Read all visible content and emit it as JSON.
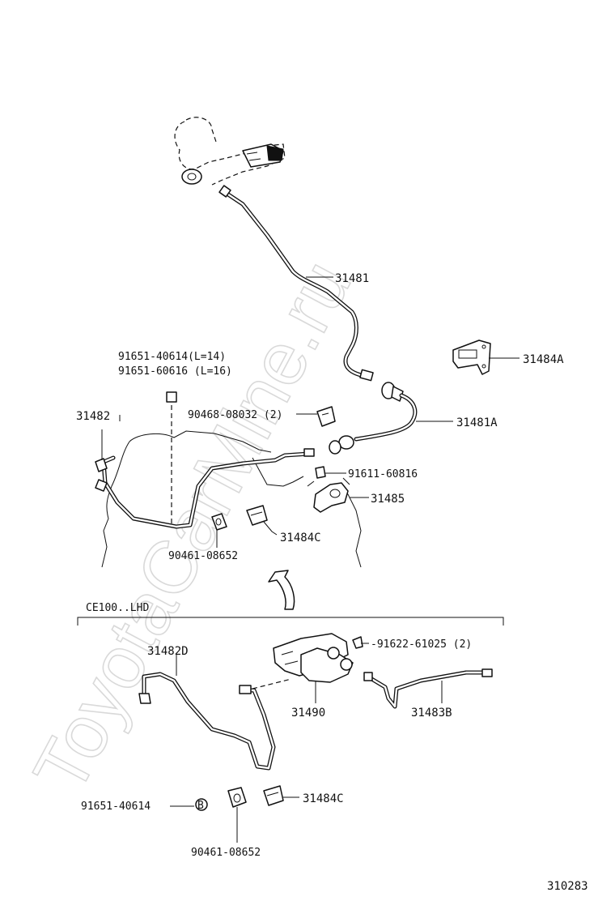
{
  "watermark": "ToyotaCarMine.ru",
  "section_label": "CE100..LHD",
  "diagram_code": "310283",
  "callouts": {
    "p31481": "31481",
    "p31484A": "31484A",
    "p31481A": "31481A",
    "p31482": "31482",
    "bolt_a": "91651-40614(L=14)",
    "bolt_b": "91651-60616 (L=16)",
    "clip_90468": "90468-08032 (2)",
    "bolt_91611": "91611-60816",
    "p31485": "31485",
    "p31484C_upper": "31484C",
    "clamp_upper": "90461-08652",
    "bolt_91622": "-91622-61025 (2)",
    "p31482D": "31482D",
    "p31490": "31490",
    "p31483B": "31483B",
    "bolt_lower": "91651-40614",
    "bolt_lower_marker": "B",
    "p31484C_lower": "31484C",
    "clamp_lower": "90461-08652"
  }
}
